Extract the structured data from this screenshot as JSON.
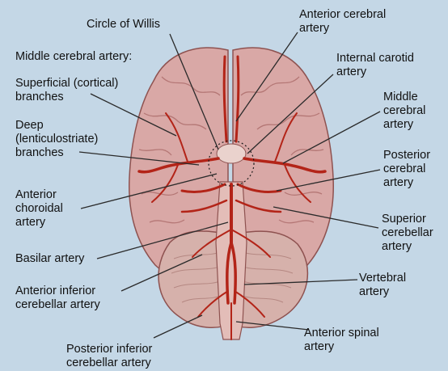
{
  "colors": {
    "background": "#c4d7e6",
    "brain": "#d9a8a6",
    "brain_shadow": "#b87a78",
    "brain_highlight": "#ecc6c3",
    "artery": "#b32418",
    "leader_line": "#2a2a2a"
  },
  "labels": {
    "circle_of_willis": "Circle of Willis",
    "anterior_cerebral": "Anterior cerebral\nartery",
    "middle_cerebral_heading": "Middle cerebral artery:",
    "internal_carotid": "Internal carotid\nartery",
    "superficial_branches": "Superficial (cortical)\nbranches",
    "middle_cerebral": "Middle\ncerebral\nartery",
    "deep_branches": "Deep\n(lenticulostriate)\nbranches",
    "posterior_cerebral": "Posterior\ncerebral\nartery",
    "anterior_choroidal": "Anterior\nchoroidal\nartery",
    "superior_cerebellar": "Superior\ncerebellar\nartery",
    "basilar": "Basilar artery",
    "vertebral": "Vertebral\nartery",
    "anterior_inferior_cerebellar": "Anterior inferior\ncerebellar artery",
    "anterior_spinal": "Anterior spinal\nartery",
    "posterior_inferior_cerebellar": "Posterior inferior\ncerebellar artery"
  }
}
